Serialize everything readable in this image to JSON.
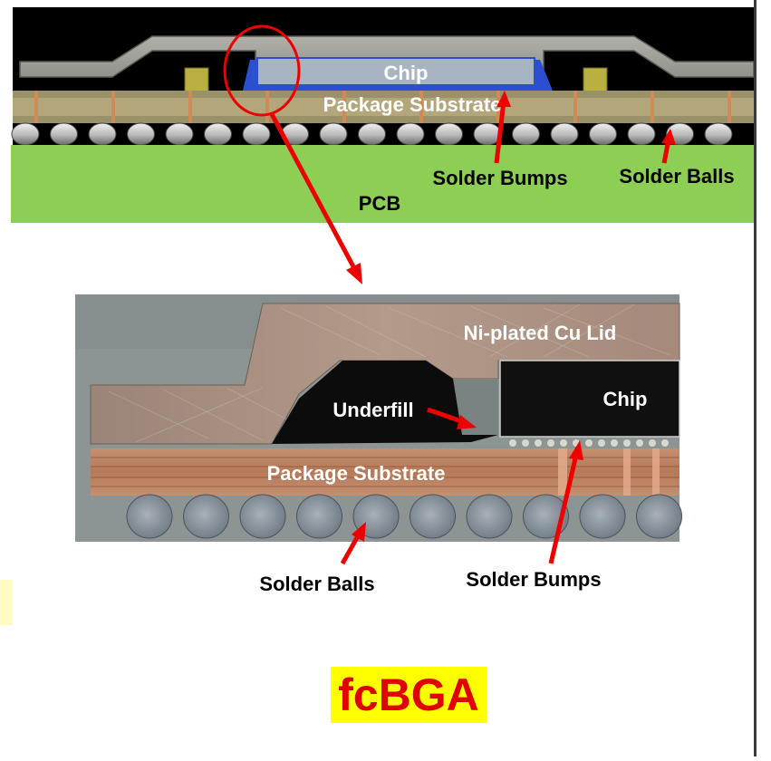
{
  "top_diagram": {
    "chip_label": "Chip",
    "substrate_label": "Package Substrate",
    "solder_bumps_label": "Solder Bumps",
    "solder_balls_label": "Solder Balls",
    "pcb_label": "PCB"
  },
  "photo": {
    "lid_label": "Ni-plated Cu Lid",
    "underfill_label": "Underfill",
    "chip_label": "Chip",
    "substrate_label": "Package Substrate"
  },
  "bottom_labels": {
    "solder_balls_label": "Solder Balls",
    "solder_bumps_label": "Solder Bumps"
  },
  "title": "fcBGA",
  "colors": {
    "pcb_green": "#8ccf54",
    "title_red": "#e00000",
    "title_bg": "#ffff00",
    "arrow_red": "#ee0000",
    "chip_blue": "#2a4fd0"
  }
}
